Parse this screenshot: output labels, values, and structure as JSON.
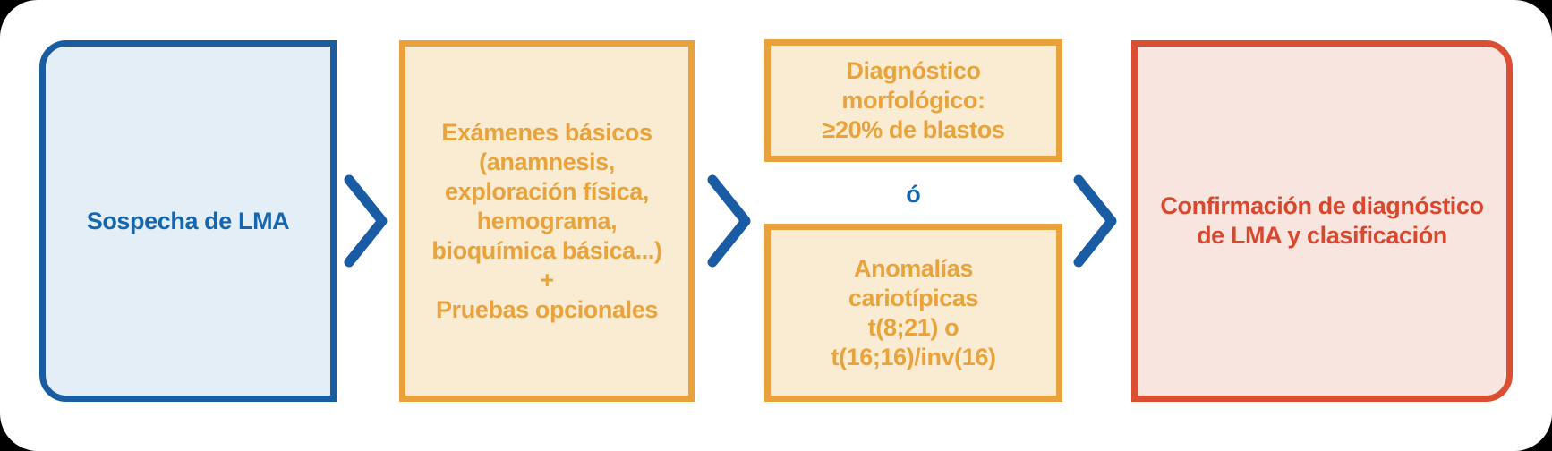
{
  "diagram": {
    "colors": {
      "blue_border": "#1A5CA0",
      "blue_text": "#1566AD",
      "blue_fill": "#E4EEF7",
      "orange_border": "#E9A23B",
      "orange_text": "#E8A33C",
      "orange_fill": "#FAEBD3",
      "red_border": "#DA4F33",
      "red_text": "#D8482E",
      "red_fill": "#F9E5DF",
      "chevron": "#1A5CA3",
      "canvas": "#FFFFFF",
      "surround": "#000000"
    },
    "nodes": {
      "sospecha": {
        "label": "Sospecha de LMA"
      },
      "examenes": {
        "lines": [
          "Exámenes básicos",
          "(anamnesis,",
          "exploración física,",
          "hemograma,",
          "bioquímica básica...)",
          "+",
          "Pruebas opcionales"
        ]
      },
      "morfologico": {
        "lines": [
          "Diagnóstico",
          "morfológico:",
          "≥20% de blastos"
        ]
      },
      "anomalias": {
        "lines": [
          "Anomalías",
          "cariotípicas",
          "t(8;21) o",
          "t(16;16)/inv(16)"
        ]
      },
      "confirmacion": {
        "lines": [
          "Confirmación de diagnóstico",
          "de LMA y clasificación"
        ]
      }
    },
    "connectors": {
      "or_label": "ó"
    }
  }
}
